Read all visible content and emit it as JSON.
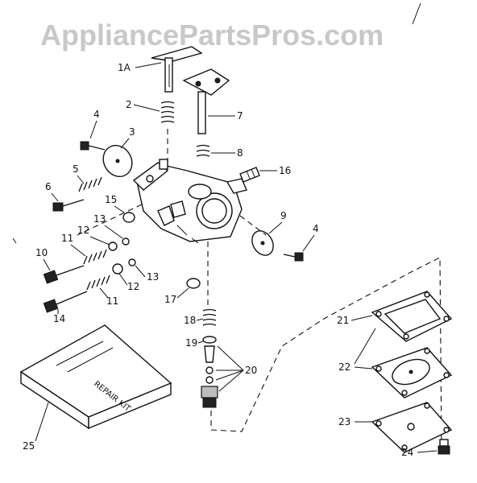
{
  "watermark": "AppliancePartsPros.com",
  "kit_text": "REPAIR KIT",
  "callouts": {
    "c1a": "1A",
    "c2": "2",
    "c3": "3",
    "c4a": "4",
    "c4b": "4",
    "c5": "5",
    "c6": "6",
    "c7": "7",
    "c8": "8",
    "c9": "9",
    "c10": "10",
    "c11a": "11",
    "c11b": "11",
    "c12a": "12",
    "c12b": "12",
    "c13a": "13",
    "c13b": "13",
    "c14": "14",
    "c15": "15",
    "c16": "16",
    "c17": "17",
    "c18": "18",
    "c19": "19",
    "c20": "20",
    "c21": "21",
    "c22": "22",
    "c23": "23",
    "c24": "24",
    "c25": "25"
  }
}
